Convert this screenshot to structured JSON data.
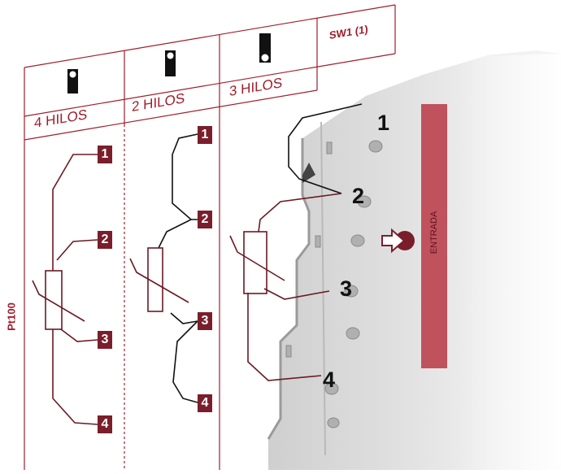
{
  "header": {
    "sw1_label": "SW1 (1)",
    "columns": [
      "4 HILOS",
      "2 HILOS",
      "3 HILOS"
    ]
  },
  "sensor_label": "Pt100",
  "input_label": "ENTRADA",
  "device_terminals": [
    "1",
    "2",
    "3",
    "4"
  ],
  "diagram_terminals": {
    "four_wire": [
      "1",
      "2",
      "3",
      "4"
    ],
    "two_wire": [
      "1",
      "2",
      "3",
      "4"
    ]
  },
  "colors": {
    "accent": "#a01e2c",
    "badge": "#7a1e2b",
    "entrada_bar": "#c0525d",
    "wire_dark": "#111111",
    "wire_brown": "#6a1a24"
  },
  "icons": [
    "switch-position-icon",
    "thermistor-icon",
    "arrow-right-icon"
  ]
}
